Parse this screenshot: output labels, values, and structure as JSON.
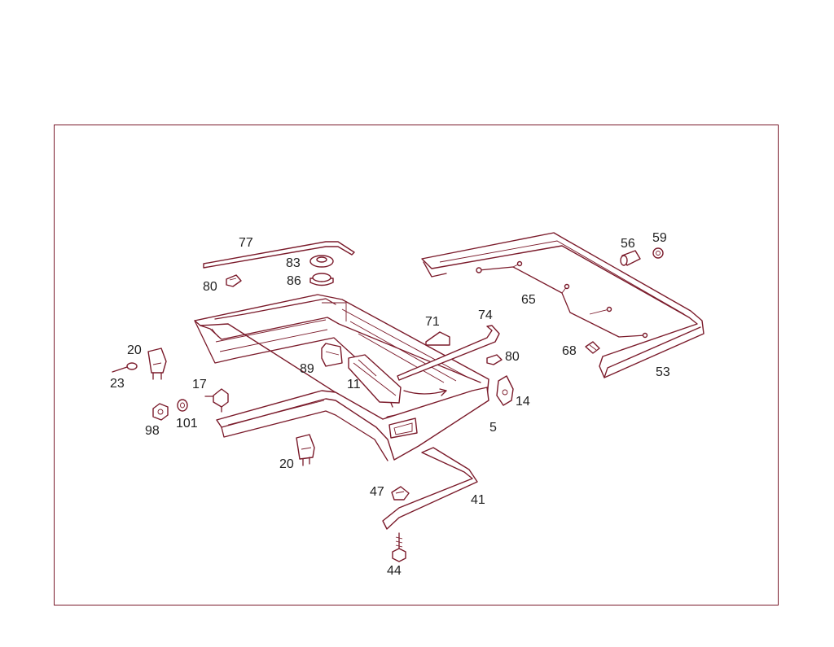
{
  "diagram": {
    "labels": {
      "p77": "77",
      "p83": "83",
      "p86": "86",
      "p80a": "80",
      "p71": "71",
      "p74": "74",
      "p56": "56",
      "p59": "59",
      "p65": "65",
      "p80b": "80",
      "p68": "68",
      "p53": "53",
      "p20a": "20",
      "p23": "23",
      "p17": "17",
      "p89": "89",
      "p11": "11",
      "p98": "98",
      "p101": "101",
      "p14": "14",
      "p5": "5",
      "p20b": "20",
      "p47": "47",
      "p41": "41",
      "p44": "44"
    },
    "colors": {
      "line": "#7a1a2a",
      "text": "#222222",
      "background": "#ffffff"
    }
  }
}
